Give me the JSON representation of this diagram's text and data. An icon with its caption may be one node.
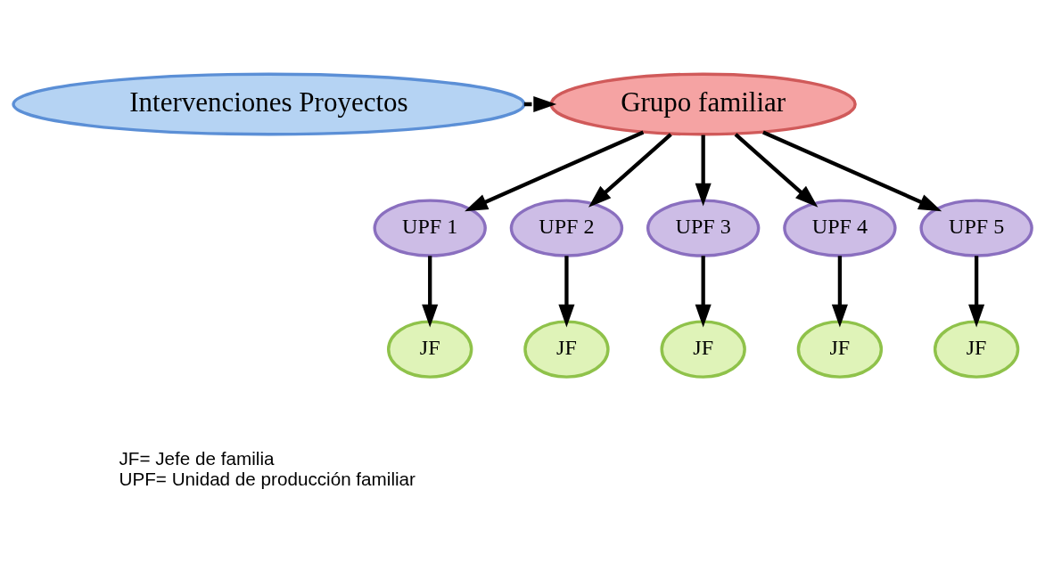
{
  "diagram": {
    "nodes": [
      {
        "text": [
          "Intervenciones Proyectos"
        ]
      },
      {
        "text": [
          "Grupo familiar"
        ]
      },
      {
        "text": [
          "UPF 1"
        ]
      },
      {
        "text": [
          "UPF 2"
        ]
      },
      {
        "text": [
          "UPF 3"
        ]
      },
      {
        "text": [
          "UPF 4"
        ]
      },
      {
        "text": [
          "UPF 5"
        ]
      },
      {
        "text": [
          "JF"
        ]
      },
      {
        "text": [
          "JF"
        ]
      },
      {
        "text": [
          "JF"
        ]
      },
      {
        "text": [
          "JF"
        ]
      },
      {
        "text": [
          "JF"
        ]
      }
    ],
    "edges": [
      {
        "from": 0,
        "to": 1,
        "arrow": "to",
        "style": "dashed"
      },
      {
        "from": 1,
        "to": 2,
        "arrow": "to"
      },
      {
        "from": 1,
        "to": 3,
        "arrow": "to"
      },
      {
        "from": 1,
        "to": 4,
        "arrow": "to"
      },
      {
        "from": 1,
        "to": 5,
        "arrow": "to"
      },
      {
        "from": 1,
        "to": 6,
        "arrow": "to"
      },
      {
        "from": 2,
        "to": 7,
        "arrow": "to"
      },
      {
        "from": 3,
        "to": 8,
        "arrow": "to"
      },
      {
        "from": 4,
        "to": 9,
        "arrow": "to"
      },
      {
        "from": 5,
        "to": 10,
        "arrow": "to"
      },
      {
        "from": 6,
        "to": 11,
        "arrow": "to"
      }
    ],
    "labels": [
      "JF= Jefe de familia",
      "UPF= Unidad de producción familiar"
    ]
  }
}
